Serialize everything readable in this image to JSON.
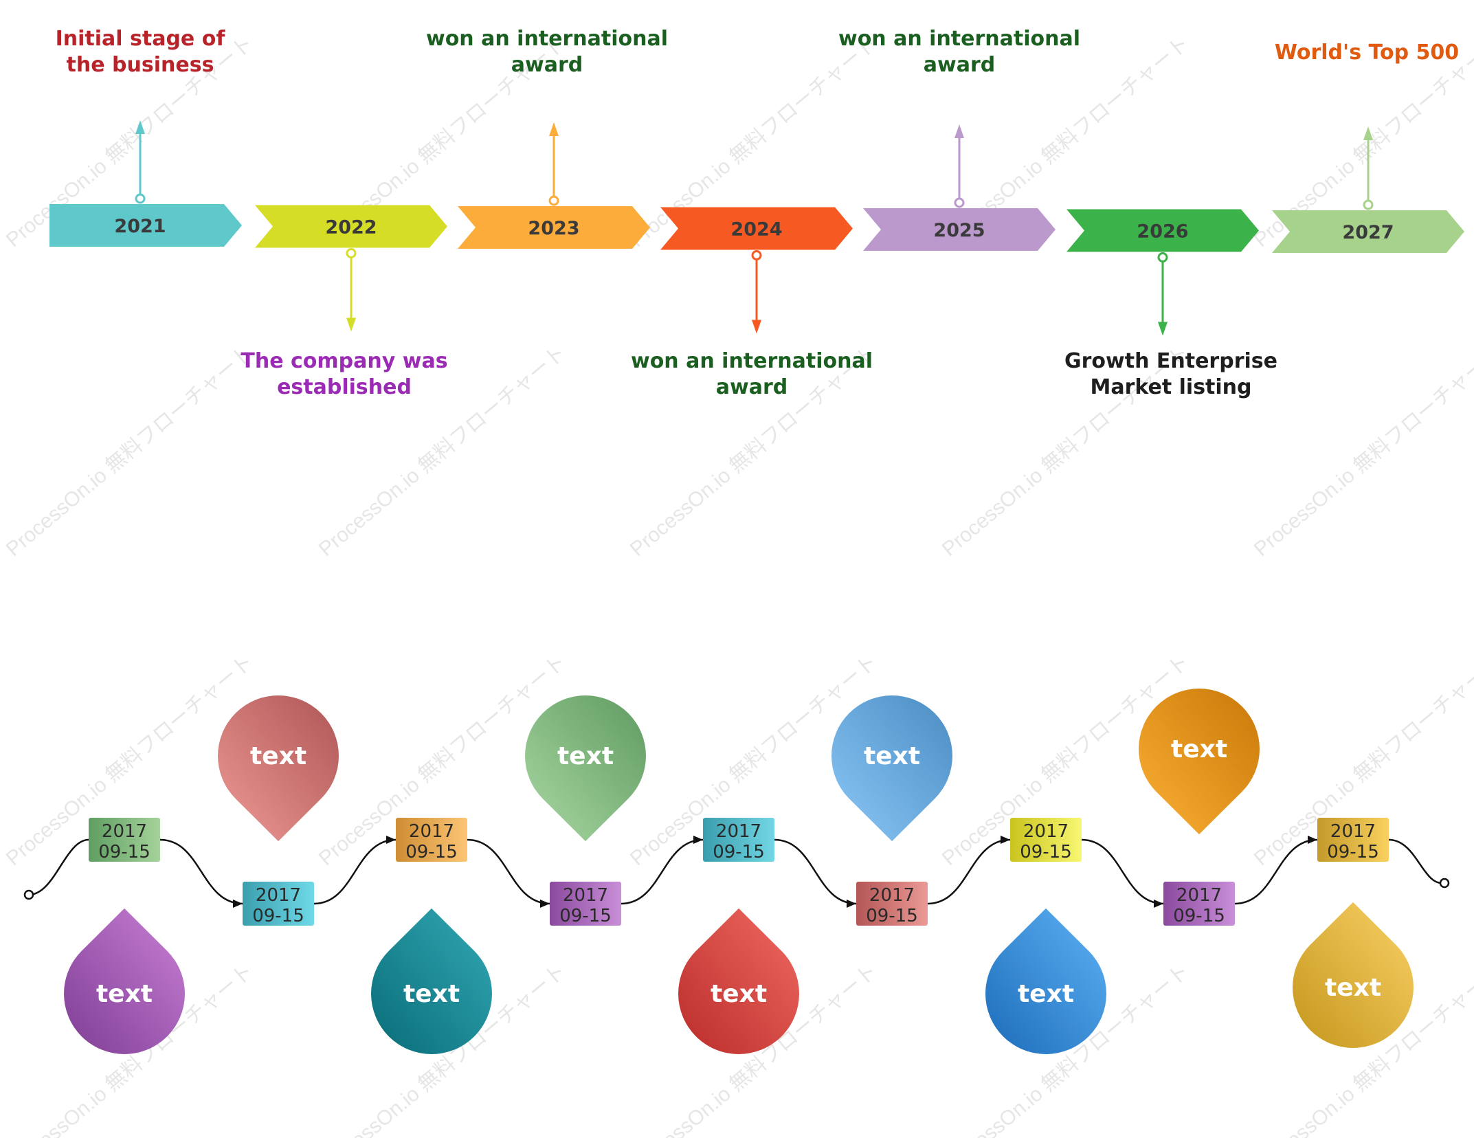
{
  "watermark": "ProcessOn.io 無料フローチャート",
  "timeline": [
    {
      "year": "2021",
      "color": "#5fc8cb",
      "text_color": "#3a3a3a",
      "annotation": "Initial stage of|the business",
      "ann_color": "#b8232a",
      "side": "up"
    },
    {
      "year": "2022",
      "color": "#d6dd26",
      "text_color": "#3a3a3a",
      "annotation": "The company was|established",
      "ann_color": "#9b2bb5",
      "side": "down"
    },
    {
      "year": "2023",
      "color": "#fbac3a",
      "text_color": "#3a3a3a",
      "annotation": "won an international|award",
      "ann_color": "#1a5e20",
      "side": "up"
    },
    {
      "year": "2024",
      "color": "#f65a22",
      "text_color": "#3a3a3a",
      "annotation": "won an international|award",
      "ann_color": "#1a5e20",
      "side": "down"
    },
    {
      "year": "2025",
      "color": "#bb99cc",
      "text_color": "#3a3a3a",
      "annotation": "won an international|award",
      "ann_color": "#1a5e20",
      "side": "up"
    },
    {
      "year": "2026",
      "color": "#3bb24a",
      "text_color": "#3a3a3a",
      "annotation": "Growth Enterprise|Market listing",
      "ann_color": "#1e1e1e",
      "side": "down"
    },
    {
      "year": "2027",
      "color": "#a7d28c",
      "text_color": "#3a3a3a",
      "annotation": "World's Top 500",
      "ann_color": "#e05a10",
      "side": "up"
    }
  ],
  "wave_dates": [
    {
      "line1": "2017",
      "line2": "09-15",
      "c1": "#5f9e62",
      "c2": "#a5d39a",
      "pos": "top"
    },
    {
      "line1": "2017",
      "line2": "09-15",
      "c1": "#3b9fae",
      "c2": "#6fd9e8",
      "pos": "bottom"
    },
    {
      "line1": "2017",
      "line2": "09-15",
      "c1": "#cf8d34",
      "c2": "#fcc574",
      "pos": "top"
    },
    {
      "line1": "2017",
      "line2": "09-15",
      "c1": "#8b4a9e",
      "c2": "#c98fd8",
      "pos": "bottom"
    },
    {
      "line1": "2017",
      "line2": "09-15",
      "c1": "#3a9eae",
      "c2": "#72d6e4",
      "pos": "top"
    },
    {
      "line1": "2017",
      "line2": "09-15",
      "c1": "#b35656",
      "c2": "#ea9a96",
      "pos": "bottom"
    },
    {
      "line1": "2017",
      "line2": "09-15",
      "c1": "#c9c41e",
      "c2": "#f8f772",
      "pos": "top"
    },
    {
      "line1": "2017",
      "line2": "09-15",
      "c1": "#8b4a9e",
      "c2": "#c98fd8",
      "pos": "bottom"
    },
    {
      "line1": "2017",
      "line2": "09-15",
      "c1": "#c49a2a",
      "c2": "#f9d15e",
      "pos": "top"
    }
  ],
  "drops": [
    {
      "label": "text",
      "c1": "#c980d6",
      "c2": "#7e3d94",
      "dir": "up"
    },
    {
      "label": "text",
      "c1": "#ee9a96",
      "c2": "#ae5656",
      "dir": "down"
    },
    {
      "label": "text",
      "c1": "#33a9b4",
      "c2": "#086c78",
      "dir": "up"
    },
    {
      "label": "text",
      "c1": "#aad8a4",
      "c2": "#5f9b60",
      "dir": "down"
    },
    {
      "label": "text",
      "c1": "#f06a62",
      "c2": "#ba2c2a",
      "dir": "up"
    },
    {
      "label": "text",
      "c1": "#8cc8f8",
      "c2": "#4a8cc2",
      "dir": "down"
    },
    {
      "label": "text",
      "c1": "#5eb2f4",
      "c2": "#1c6cba",
      "dir": "up"
    },
    {
      "label": "text",
      "c1": "#fcb035",
      "c2": "#c87808",
      "dir": "down"
    },
    {
      "label": "text",
      "c1": "#fad166",
      "c2": "#c4961c",
      "dir": "up"
    }
  ]
}
